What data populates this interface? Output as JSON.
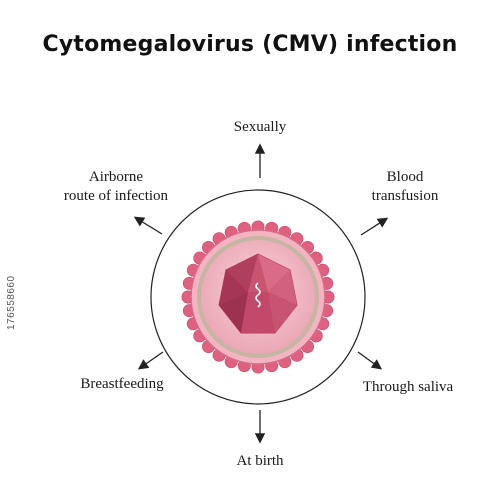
{
  "title": "Cytomegalovirus (CMV) infection",
  "routes": {
    "sexually": "Sexually",
    "blood_line1": "Blood",
    "blood_line2": "transfusion",
    "airborne_line1": "Airborne",
    "airborne_line2": "route of infection",
    "breastfeeding": "Breastfeeding",
    "saliva": "Through saliva",
    "birth": "At birth"
  },
  "stock_id": "176558660",
  "colors": {
    "envelope_dots": "#e0607f",
    "tegument": "#c4b6a2",
    "capsid_fill": "#f0b8c2",
    "icosahedron": "#c0415f",
    "arrow": "#222222"
  }
}
